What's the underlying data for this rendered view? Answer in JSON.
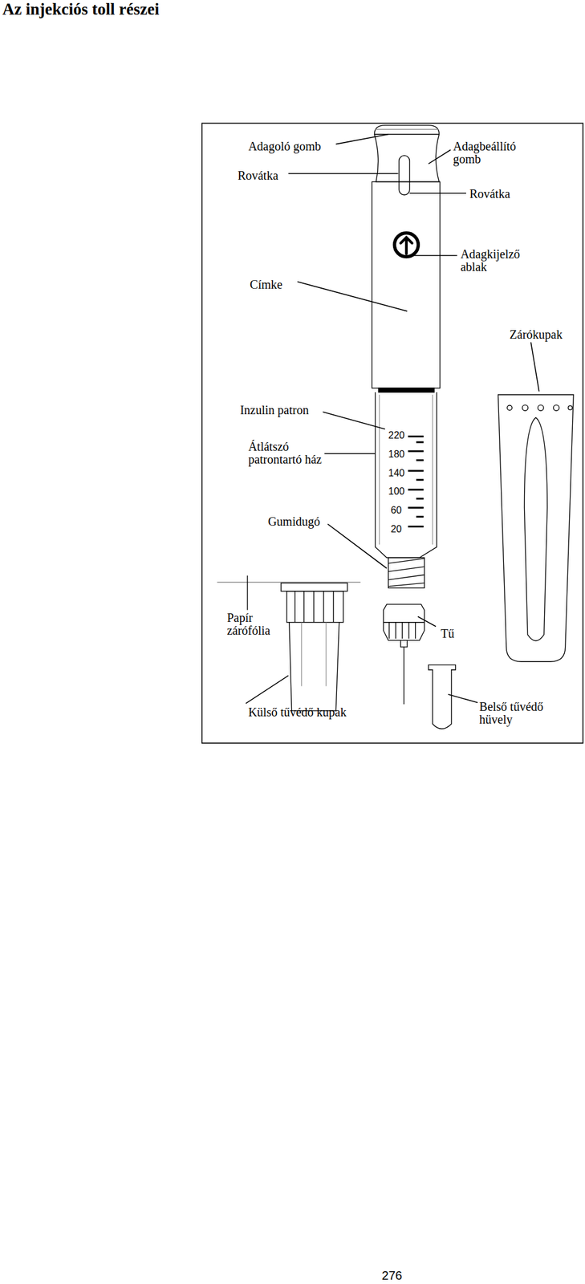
{
  "diagram": {
    "title": "Az injekciós toll részei",
    "labels": [
      "Adagoló gomb",
      "Rovátka",
      "Adagbeállító gomb",
      "Rovátka",
      "Címke",
      "Adagkijelző ablak",
      "Zárókupak",
      "Inzulin patron",
      "Átlátszó patrontartó ház",
      "Gumidugó",
      "Papír zárófólia",
      "Tű",
      "Külső tűvédő kupak",
      "Belső tűvédő hüvely",
      "220",
      "180",
      "140",
      "100",
      "60",
      "20",
      "276"
    ]
  }
}
